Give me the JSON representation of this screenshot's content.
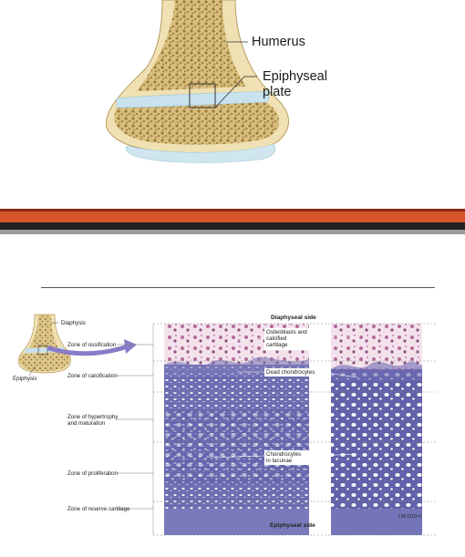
{
  "top_figure": {
    "humerus_label": "Humerus",
    "epiphyseal_label_line1": "Epiphyseal",
    "epiphyseal_label_line2": "plate"
  },
  "bottom_figure": {
    "diaphysis": "Diaphysis",
    "epiphysis": "Epiphysis",
    "diaphyseal_side": "Diaphyseal side",
    "epiphyseal_side": "Epiphyseal side",
    "magnification": "LM (110×)",
    "zones": {
      "ossification": "Zone of ossification",
      "calcification": "Zone of calcification",
      "hypertrophy_line1": "Zone of hypertrophy",
      "hypertrophy_line2": "and maturation",
      "proliferation": "Zone of proliferation",
      "reserve": "Zone of reserve cartilage"
    },
    "annotations": {
      "osteoblasts_line1": "Osteoblasts and",
      "osteoblasts_line2": "calcified",
      "osteoblasts_line3": "cartilage",
      "dead_chondrocytes": "Dead chondrocytes",
      "chondrocytes_line1": "Chondrocytes",
      "chondrocytes_line2": "in lacunae"
    }
  },
  "colors": {
    "band_dark_red": "#8c2a17",
    "band_orange": "#d8552c",
    "band_black": "#222222",
    "bone_tan": "#e9d6a3",
    "spongy_brown": "#b08a45",
    "plate_blue": "#c8e2ee",
    "micrograph_purple": "#6f6fb4"
  }
}
